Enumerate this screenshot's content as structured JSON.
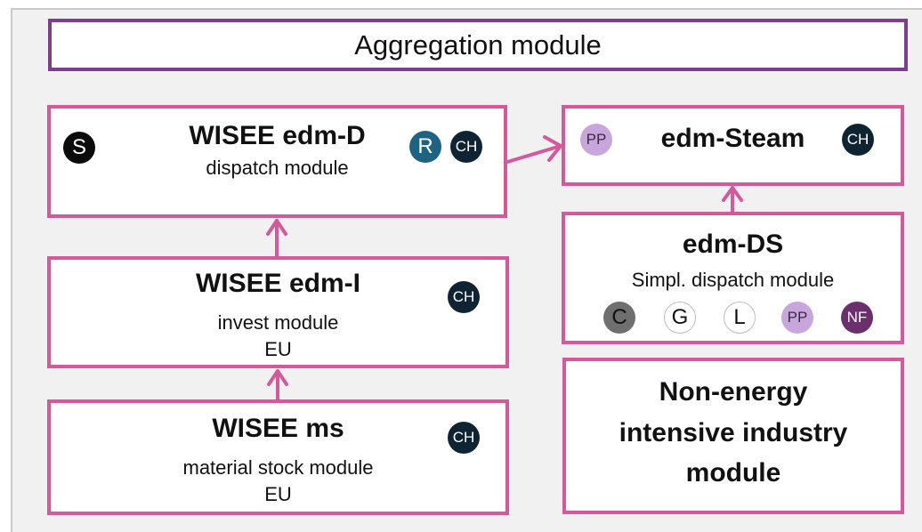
{
  "aggregation": {
    "label": "Aggregation module"
  },
  "edm_d": {
    "title": "WISEE edm-D",
    "subtitle": "dispatch module",
    "badges": {
      "s": "S",
      "r": "R",
      "ch": "CH"
    }
  },
  "edm_steam": {
    "title": "edm-Steam",
    "badges": {
      "pp": "PP",
      "ch": "CH"
    }
  },
  "edm_i": {
    "title": "WISEE edm-I",
    "subtitle": "invest module",
    "region": "EU",
    "badges": {
      "ch": "CH"
    }
  },
  "edm_ds": {
    "title": "edm-DS",
    "subtitle": "Simpl. dispatch module",
    "badges": {
      "c": "C",
      "g": "G",
      "l": "L",
      "pp": "PP",
      "nf": "NF"
    }
  },
  "ms": {
    "title": "WISEE ms",
    "subtitle": "material stock module",
    "region": "EU",
    "badges": {
      "ch": "CH"
    }
  },
  "non_energy": {
    "line1": "Non-energy",
    "line2": "intensive industry",
    "line3": "module"
  },
  "colors": {
    "box_border": "#d4589a",
    "aggregation_border": "#7b3f8e",
    "badge_dark": "#0f2433",
    "badge_blue": "#1f6384",
    "badge_lilac": "#c8a6dc",
    "badge_purple": "#6b2f6e",
    "badge_grey": "#6f6f6f"
  }
}
